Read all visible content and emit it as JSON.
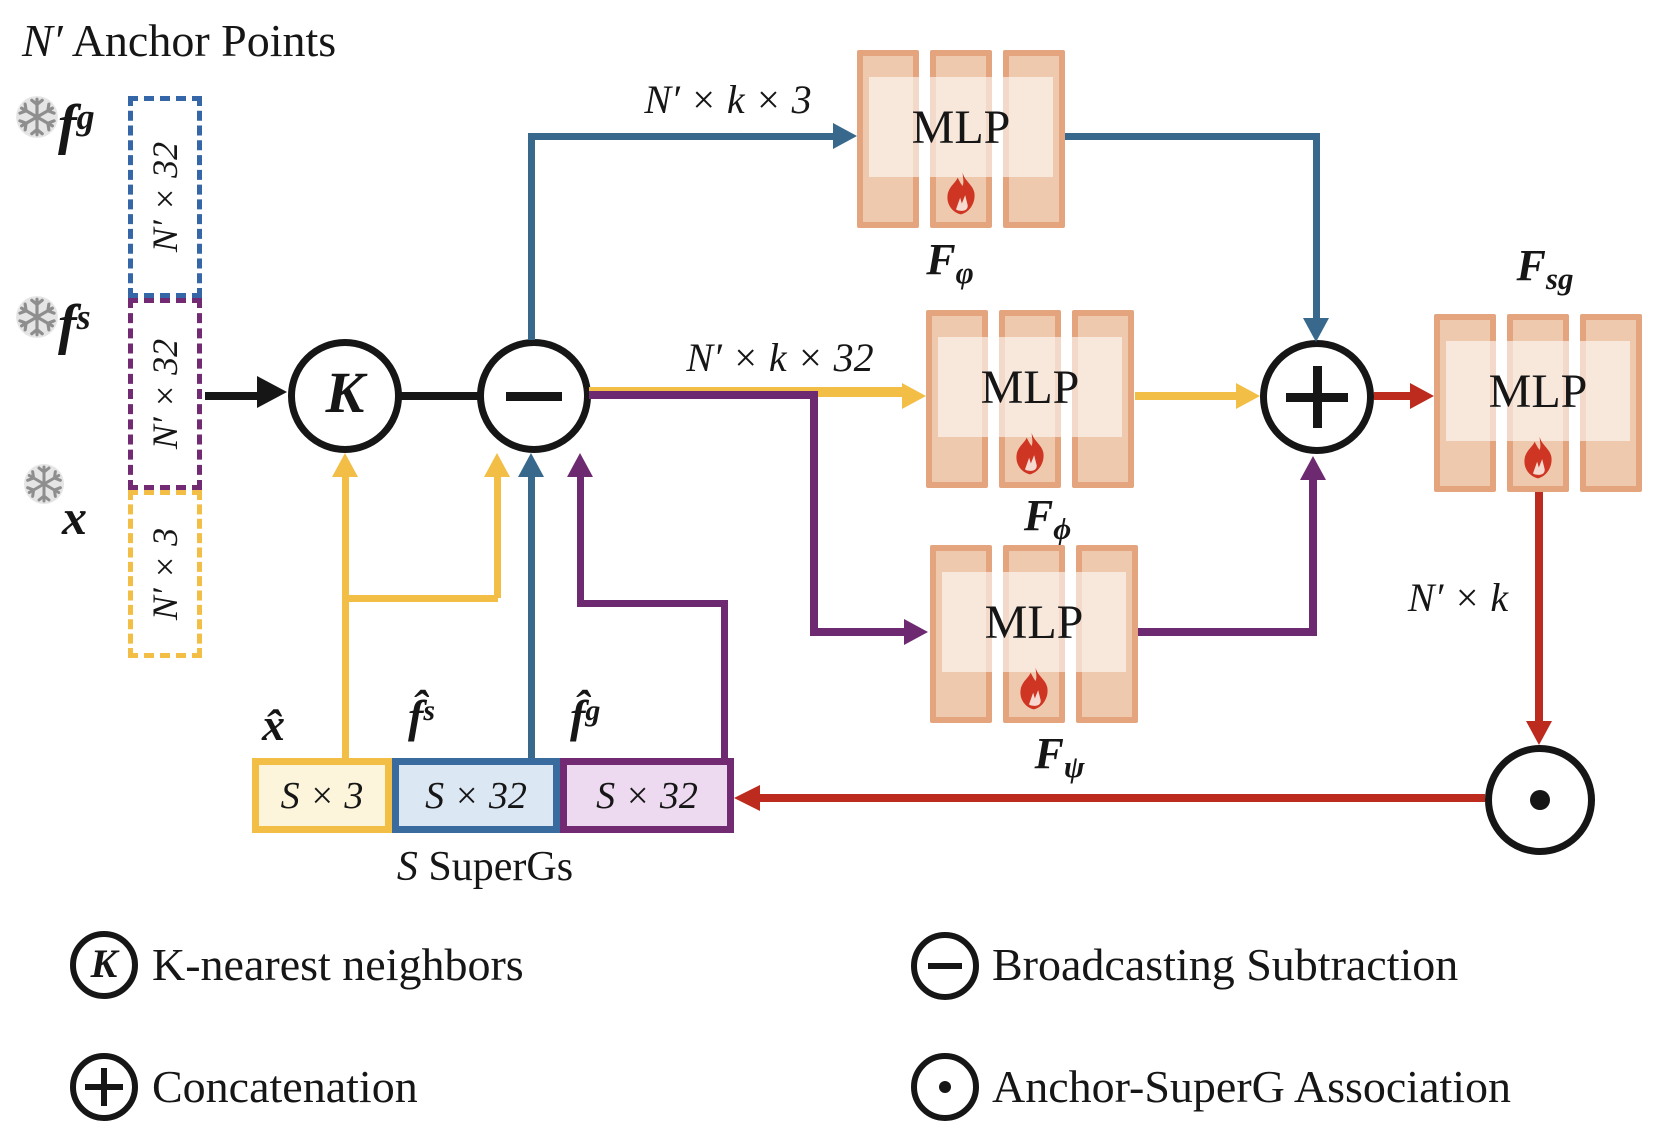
{
  "colors": {
    "black": "#161616",
    "blue": "#38698C",
    "yellow": "#F2BE45",
    "purple": "#6E2A70",
    "red": "#BD2A1E",
    "mlp_border": "#E3A47E",
    "mlp_fill": "#EFC9AD",
    "box_yellow_fill": "#FCF4DB",
    "box_blue_fill": "#DCE7F4",
    "box_purple_fill": "#EDD9F0"
  },
  "title": {
    "var": "N′",
    "rest": " Anchor Points"
  },
  "inputs": {
    "fg": {
      "base": "f",
      "sup": "g",
      "dim": "N′ × 32"
    },
    "fs": {
      "base": "f",
      "sup": "s",
      "dim": "N′ × 32"
    },
    "x": {
      "base": "x",
      "sup": "",
      "dim": "N′ × 3"
    }
  },
  "nodes": {
    "knn": "K",
    "subtract": "−",
    "concat": "+",
    "assoc": "⊙"
  },
  "edges": {
    "knn_to_mlp_top": "N′ × k × 3",
    "subtract_out": "N′ × k × 32",
    "assoc_in": "N′ × k"
  },
  "mlps": {
    "phi_top": {
      "text": "MLP",
      "fn_base": "F",
      "fn_sub": "φ"
    },
    "phi_mid": {
      "text": "MLP",
      "fn_base": "F",
      "fn_sub": "ϕ"
    },
    "psi": {
      "text": "MLP",
      "fn_base": "F",
      "fn_sub": "ψ"
    },
    "sg": {
      "text": "MLP",
      "fn_base": "F",
      "fn_sub": "sg"
    }
  },
  "supergs": {
    "caption_var": "S",
    "caption_rest": " SuperGs",
    "boxes": [
      {
        "var": "x̂",
        "sup": "",
        "dim": "S × 3"
      },
      {
        "var": "f̂",
        "sup": "s",
        "dim": "S × 32"
      },
      {
        "var": "f̂",
        "sup": "g",
        "dim": "S × 32"
      }
    ]
  },
  "legend": [
    {
      "symbol": "K",
      "label": "K-nearest neighbors"
    },
    {
      "symbol": "+",
      "label": "Concatenation"
    },
    {
      "symbol": "−",
      "label": "Broadcasting Subtraction"
    },
    {
      "symbol": "⊙",
      "label": "Anchor-SuperG Association"
    }
  ]
}
